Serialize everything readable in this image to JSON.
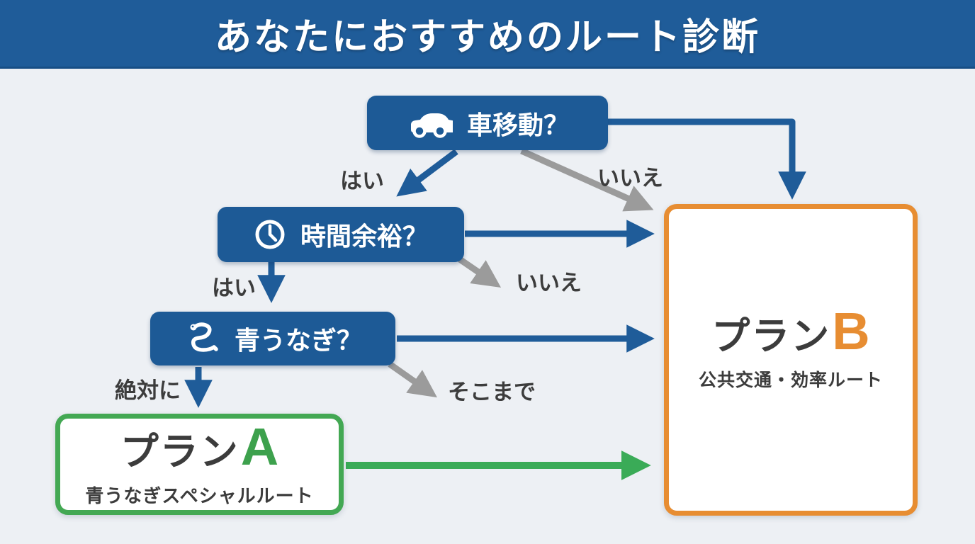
{
  "header": {
    "title": "あなたにおすすめのルート診断"
  },
  "nodes": {
    "car": {
      "label": "車移動？",
      "icon": "car-icon"
    },
    "time": {
      "label": "時間余裕？",
      "icon": "clock-icon"
    },
    "eel": {
      "label": "青うなぎ？",
      "icon": "eel-icon"
    }
  },
  "plans": {
    "a": {
      "title_prefix": "プラン",
      "title_letter": "A",
      "subtitle": "青うなぎスペシャルルート"
    },
    "b": {
      "title_prefix": "プラン",
      "title_letter": "B",
      "subtitle": "公共交通・効率ルート"
    }
  },
  "edge_labels": {
    "car_yes": "はい",
    "car_no": "いいえ",
    "time_yes": "はい",
    "time_no": "いいえ",
    "eel_yes": "絶対に",
    "eel_no": "そこまで"
  },
  "colors": {
    "header_blue": "#1f5c99",
    "node_blue": "#1d5a96",
    "arrow_blue": "#1f5c99",
    "arrow_gray": "#9b9b9b",
    "green": "#43a853",
    "orange": "#e78d32",
    "background": "#edf0f4",
    "label_text": "#3c3c3c"
  }
}
